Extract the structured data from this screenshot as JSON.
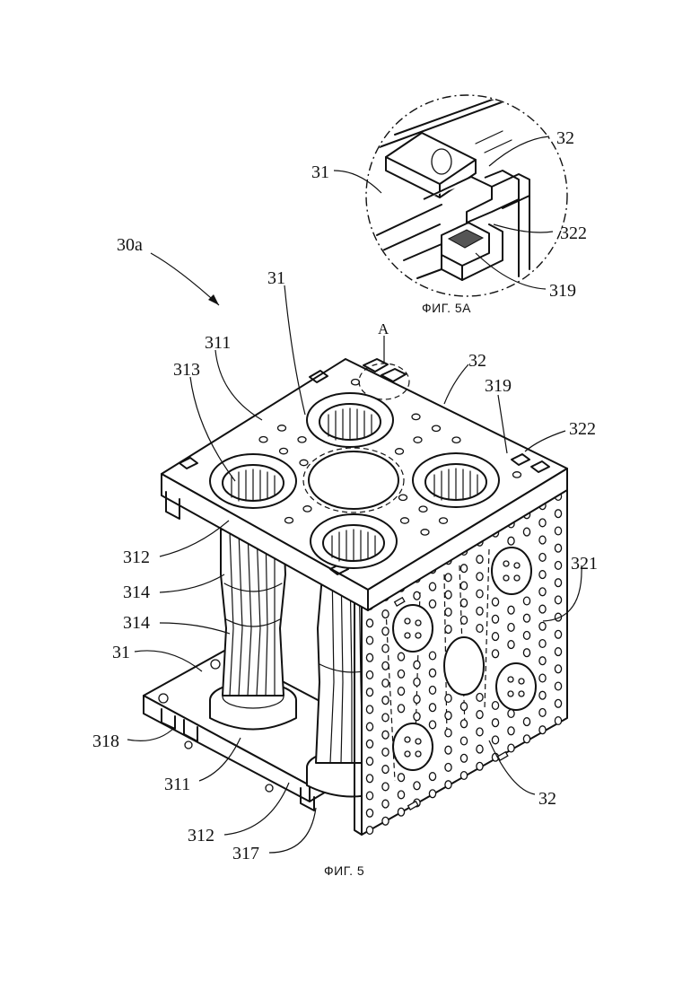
{
  "figure_main": {
    "caption": "ФИГ. 5",
    "assembly_ref": "30a",
    "detail_marker": "A",
    "labels": {
      "l31_top": "31",
      "l32_top": "32",
      "l311_top": "311",
      "l313": "313",
      "l319": "319",
      "l322": "322",
      "l312_mid": "312",
      "l321": "321",
      "l314_a": "314",
      "l314_b": "314",
      "l31_low": "31",
      "l318": "318",
      "l311_low": "311",
      "l312_low": "312",
      "l317": "317",
      "l32_low": "32"
    }
  },
  "figure_detail": {
    "caption": "ФИГ. 5А",
    "labels": {
      "d31": "31",
      "d32": "32",
      "d322": "322",
      "d319": "319"
    }
  }
}
